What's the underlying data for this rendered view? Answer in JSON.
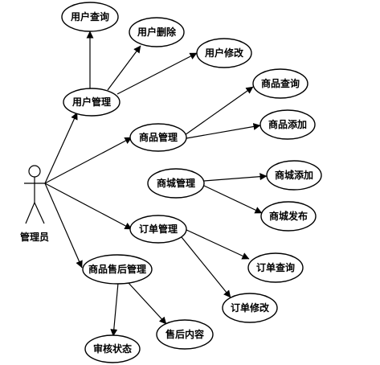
{
  "actor": {
    "label": "管理员"
  },
  "use_cases": {
    "user_mgmt": "用户管理",
    "user_query": "用户查询",
    "user_delete": "用户删除",
    "user_edit": "用户修改",
    "product_mgmt": "商品管理",
    "product_query": "商品查询",
    "product_add": "商品添加",
    "mall_mgmt": "商城管理",
    "mall_add": "商城添加",
    "mall_publish": "商城发布",
    "order_mgmt": "订单管理",
    "order_query": "订单查询",
    "order_edit": "订单修改",
    "aftersale_mgmt": "商品售后管理",
    "review_status": "审核状态",
    "aftersale_content": "售后内容"
  }
}
